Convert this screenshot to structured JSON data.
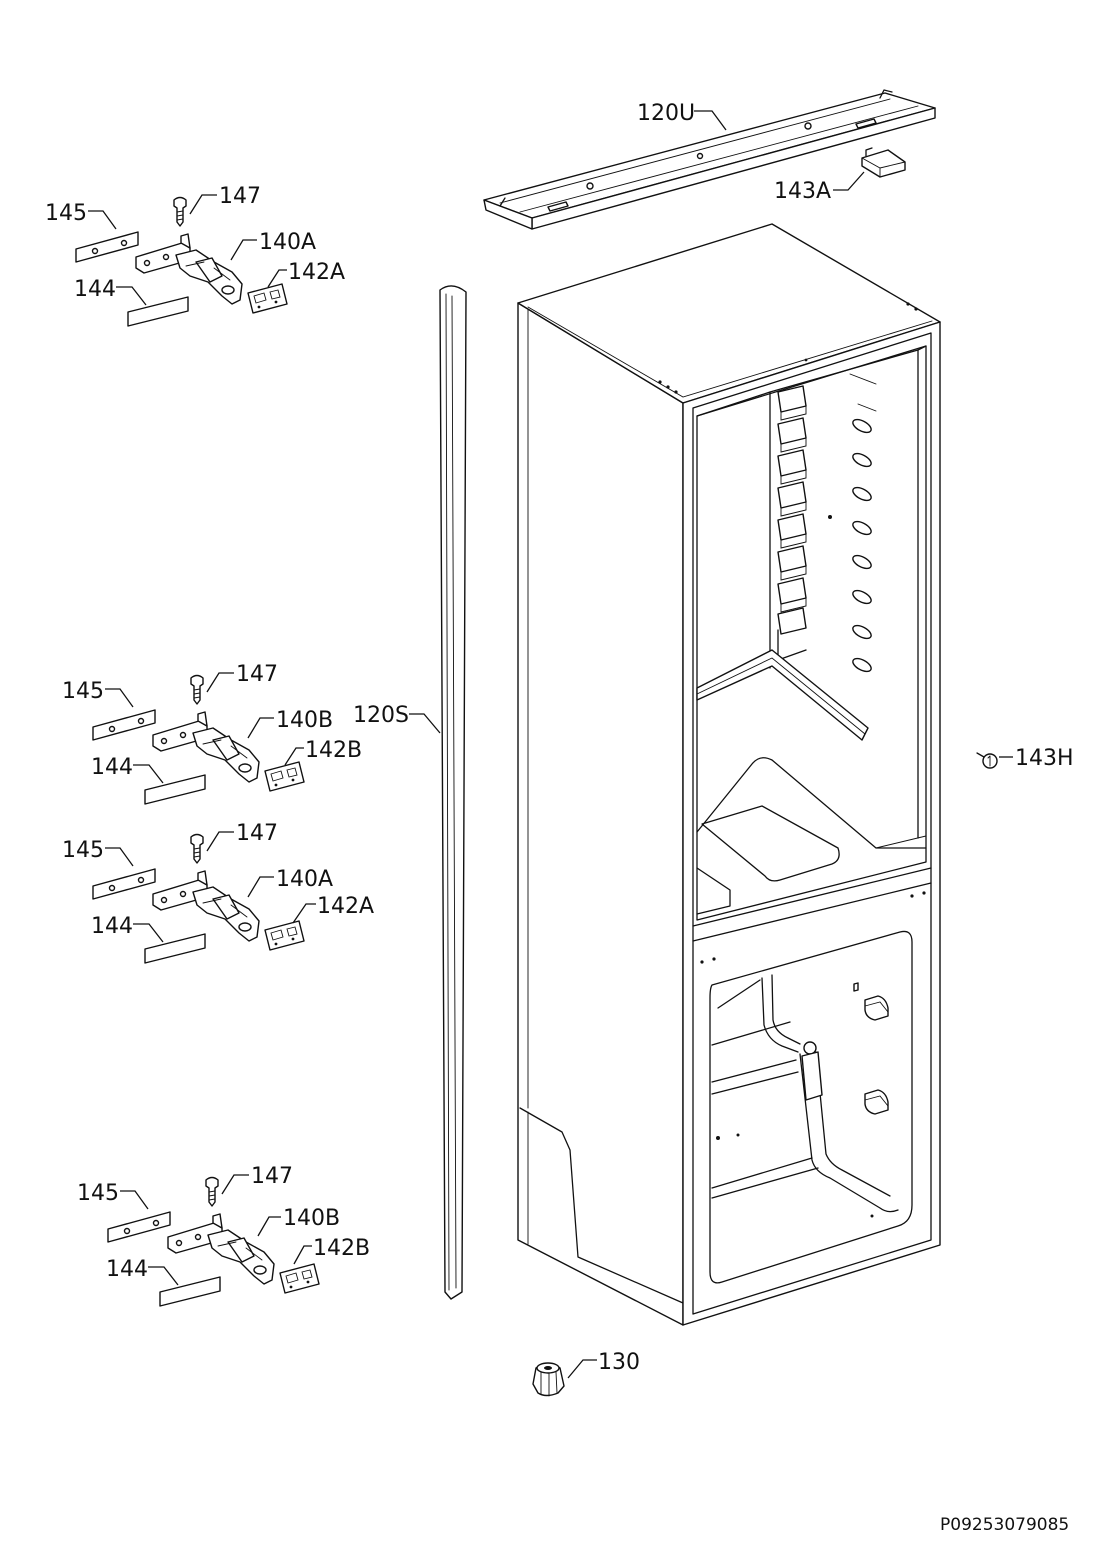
{
  "parts": {
    "top_rail": "120U",
    "top_cover": "143A",
    "side_seal": "120S",
    "cap": "143H",
    "foot": "130",
    "hinge_sets": [
      {
        "plate": "145",
        "screw": "147",
        "hinge": "140A",
        "cover": "142A",
        "strip": "144"
      },
      {
        "plate": "145",
        "screw": "147",
        "hinge": "140B",
        "cover": "142B",
        "strip": "144"
      },
      {
        "plate": "145",
        "screw": "147",
        "hinge": "140A",
        "cover": "142A",
        "strip": "144"
      },
      {
        "plate": "145",
        "screw": "147",
        "hinge": "140B",
        "cover": "142B",
        "strip": "144"
      }
    ]
  },
  "drawing_code": "P09253079085"
}
